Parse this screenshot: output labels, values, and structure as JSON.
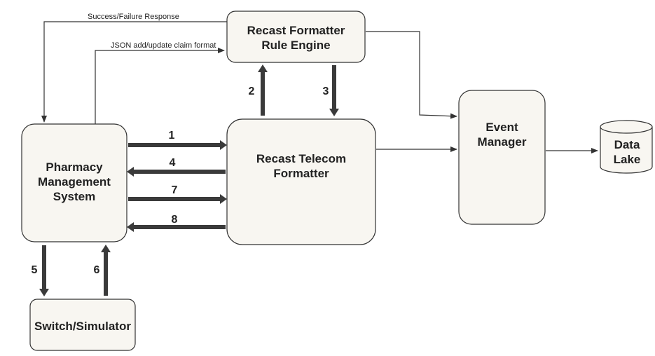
{
  "nodes": {
    "rule_engine": {
      "lines": [
        "Recast Formatter",
        "Rule Engine"
      ]
    },
    "telecom": {
      "lines": [
        "Recast Telecom",
        "Formatter"
      ]
    },
    "pms": {
      "lines": [
        "Pharmacy",
        "Management",
        "System"
      ]
    },
    "event_manager": {
      "lines": [
        "Event",
        "Manager"
      ]
    },
    "data_lake": {
      "lines": [
        "Data",
        "Lake"
      ]
    },
    "switch": {
      "lines": [
        "Switch/Simulator"
      ]
    }
  },
  "edge_labels": {
    "success_failure": "Success/Failure Response",
    "json_claim": "JSON add/update claim format"
  },
  "steps": {
    "s1": "1",
    "s2": "2",
    "s3": "3",
    "s4": "4",
    "s5": "5",
    "s6": "6",
    "s7": "7",
    "s8": "8"
  },
  "colors": {
    "box_fill": "#f8f6f1",
    "stroke": "#333333",
    "thick_arrow": "#3a3a3a"
  }
}
